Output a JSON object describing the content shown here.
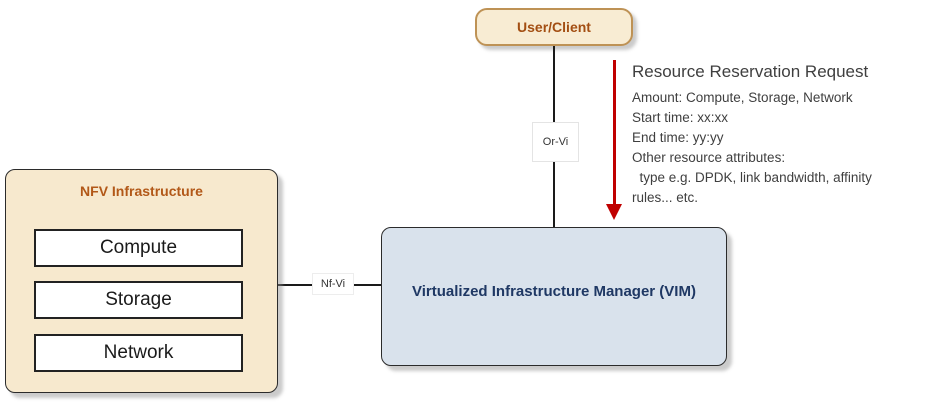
{
  "diagram": {
    "user_client": {
      "label": "User/Client"
    },
    "interfaces": {
      "or_vi": "Or-Vi",
      "nf_vi": "Nf-Vi"
    },
    "nfv_infrastructure": {
      "title": "NFV Infrastructure",
      "components": [
        "Compute",
        "Storage",
        "Network"
      ]
    },
    "vim": {
      "label": "Virtualized Infrastructure Manager (VIM)"
    },
    "request": {
      "title": "Resource Reservation Request",
      "lines": [
        "Amount: Compute, Storage, Network",
        "Start time: xx:xx",
        "End time: yy:yy",
        "Other resource attributes:",
        "  type e.g. DPDK, link bandwidth, affinity",
        "rules... etc."
      ]
    },
    "colors": {
      "cream_fill": "#F8ECD3",
      "tan_border": "#BE9255",
      "user_client_text": "#A34E12",
      "nfv_title_text": "#B25818",
      "vim_fill": "#D9E2EC",
      "vim_text": "#1F3864",
      "arrow_red": "#C00000",
      "connector_black": "#1A1A1A",
      "annotation_text": "#3F3F3F"
    }
  }
}
